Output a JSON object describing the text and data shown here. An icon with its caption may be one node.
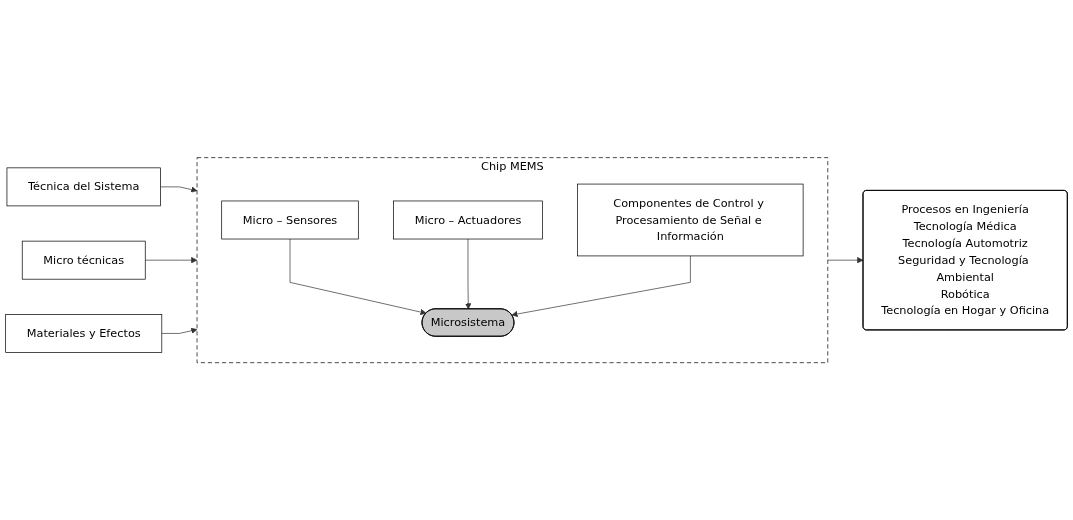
{
  "diagram": {
    "nodes": [
      {
        "text": [
          "Técnica del Sistema"
        ]
      },
      {
        "text": [
          "Micro técnicas"
        ]
      },
      {
        "text": [
          "Materiales y Efectos"
        ]
      },
      {
        "text": [
          "Chip MEMS"
        ]
      },
      {
        "text": [
          "Micro – Sensores"
        ],
        "in": 3
      },
      {
        "text": [
          "Micro – Actuadores"
        ],
        "in": 3
      },
      {
        "text": [
          "Microsistema"
        ],
        "in": 3
      },
      {
        "text": [
          "Componentes de Control y Procesamiento de Señal e Información"
        ],
        "in": 3
      },
      {
        "text": [
          "Procesos en Ingeniería",
          "Tecnología Médica",
          "Tecnología Automotriz",
          "Seguridad y Tecnología Ambiental",
          "Robótica",
          "Tecnología en Hogar y Oficina"
        ]
      }
    ],
    "edges": [
      {
        "from": 0,
        "to": 3,
        "arrow": "to"
      },
      {
        "from": 1,
        "to": 3,
        "arrow": "to"
      },
      {
        "from": 2,
        "to": 3,
        "arrow": "to"
      },
      {
        "from": 4,
        "to": 6,
        "arrow": "to"
      },
      {
        "from": 5,
        "to": 6,
        "arrow": "to"
      },
      {
        "from": 7,
        "to": 6,
        "arrow": "to"
      },
      {
        "from": 3,
        "to": 8,
        "arrow": "to"
      }
    ]
  }
}
